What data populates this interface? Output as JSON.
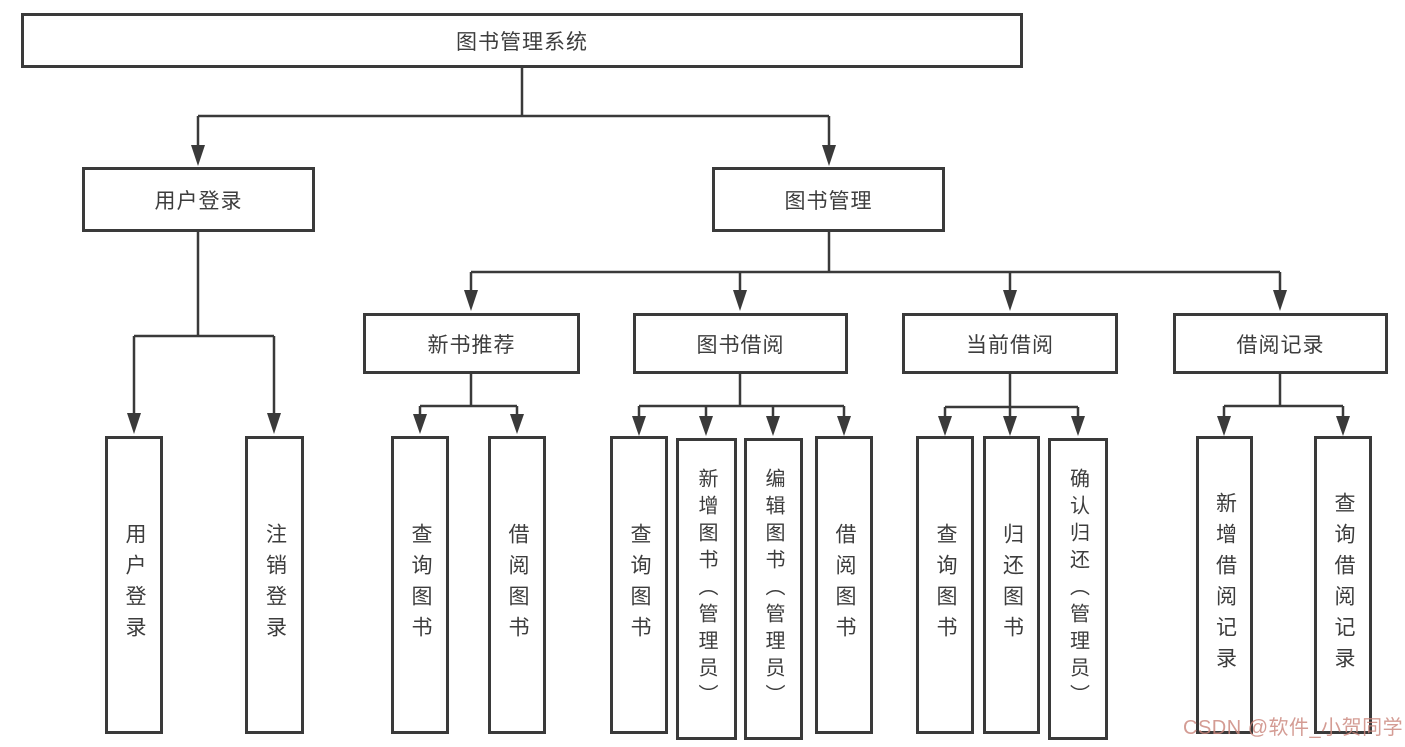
{
  "colors": {
    "line": "#3a3a3a",
    "box_background": "#ffffff",
    "text": "#3d3d3d",
    "watermark": "#cb867d"
  },
  "tree": {
    "label": "图书管理系统",
    "children": [
      {
        "label": "用户登录",
        "children": [
          {
            "label": "用户登录"
          },
          {
            "label": "注销登录"
          }
        ]
      },
      {
        "label": "图书管理",
        "children": [
          {
            "label": "新书推荐",
            "children": [
              {
                "label": "查询图书"
              },
              {
                "label": "借阅图书"
              }
            ]
          },
          {
            "label": "图书借阅",
            "children": [
              {
                "label": "查询图书"
              },
              {
                "label": "新增图书（管理员）"
              },
              {
                "label": "编辑图书（管理员）"
              },
              {
                "label": "借阅图书"
              }
            ]
          },
          {
            "label": "当前借阅",
            "children": [
              {
                "label": "查询图书"
              },
              {
                "label": "归还图书"
              },
              {
                "label": "确认归还（管理员）"
              }
            ]
          },
          {
            "label": "借阅记录",
            "children": [
              {
                "label": "新增借阅记录"
              },
              {
                "label": "查询借阅记录"
              }
            ]
          }
        ]
      }
    ]
  },
  "watermark": {
    "text": "CSDN @软件_小贺同学"
  }
}
